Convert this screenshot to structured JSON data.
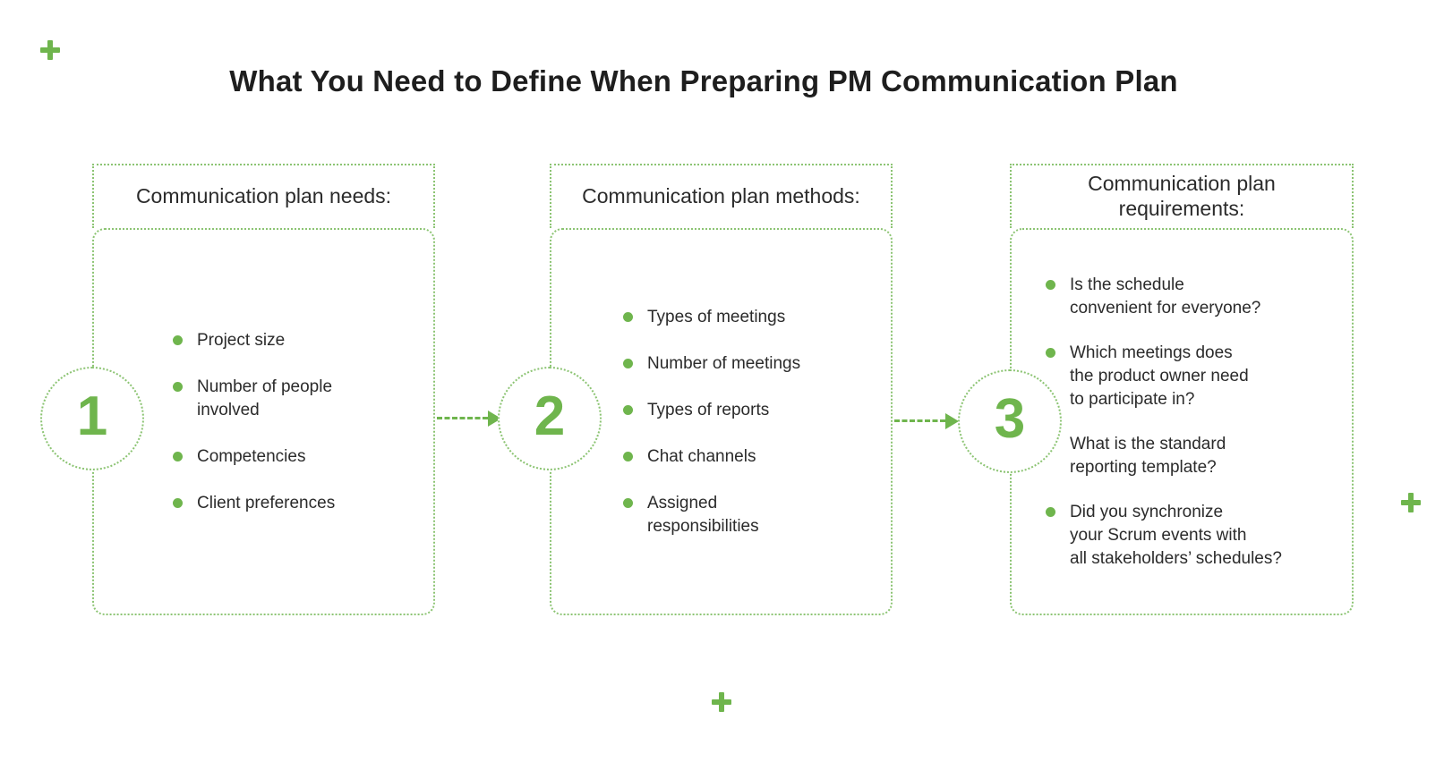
{
  "title": "What You Need to Define When Preparing PM Communication Plan",
  "colors": {
    "accent_green": "#6fb54d",
    "border_green": "#8cc473",
    "text": "#2b2b2b"
  },
  "icons": {
    "plus": "plus-icon",
    "arrow": "arrow-right-icon",
    "bullet": "bullet-dot-icon"
  },
  "panels": [
    {
      "number": "1",
      "header": "Communication plan needs:",
      "items": [
        "Project size",
        "Number of people\ninvolved",
        "Competencies",
        "Client preferences"
      ]
    },
    {
      "number": "2",
      "header": "Communication plan methods:",
      "items": [
        "Types of meetings",
        "Number of meetings",
        "Types of reports",
        "Chat channels",
        "Assigned\nresponsibilities"
      ]
    },
    {
      "number": "3",
      "header": "Communication plan\nrequirements:",
      "items": [
        "Is the schedule\nconvenient for everyone?",
        "Which meetings does\nthe product owner need\nto participate in?",
        "What is the standard\nreporting template?",
        "Did you synchronize\nyour Scrum events with\nall stakeholders’ schedules?"
      ]
    }
  ]
}
